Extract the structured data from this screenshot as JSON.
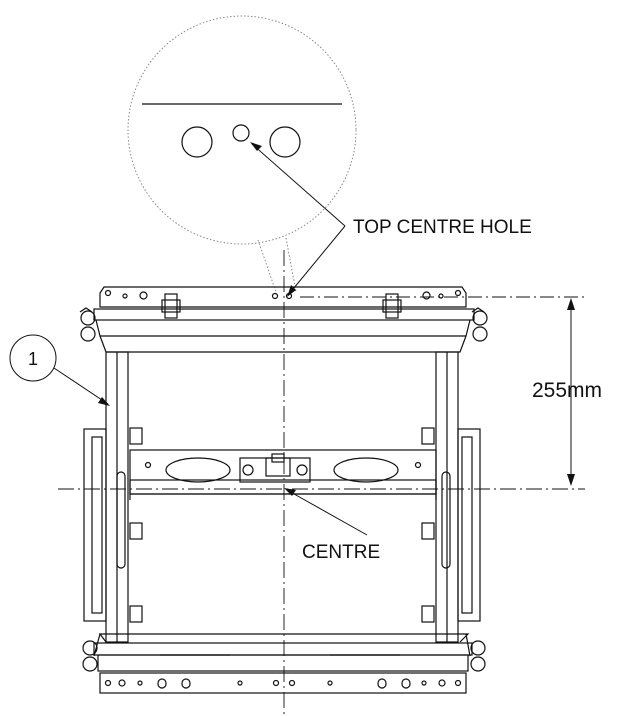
{
  "labels": {
    "top_centre_hole": "TOP CENTRE HOLE",
    "centre": "CENTRE",
    "dimension": "255mm",
    "item_number": "1"
  },
  "colors": {
    "line": "#111111",
    "detail_circle": "#888888"
  }
}
